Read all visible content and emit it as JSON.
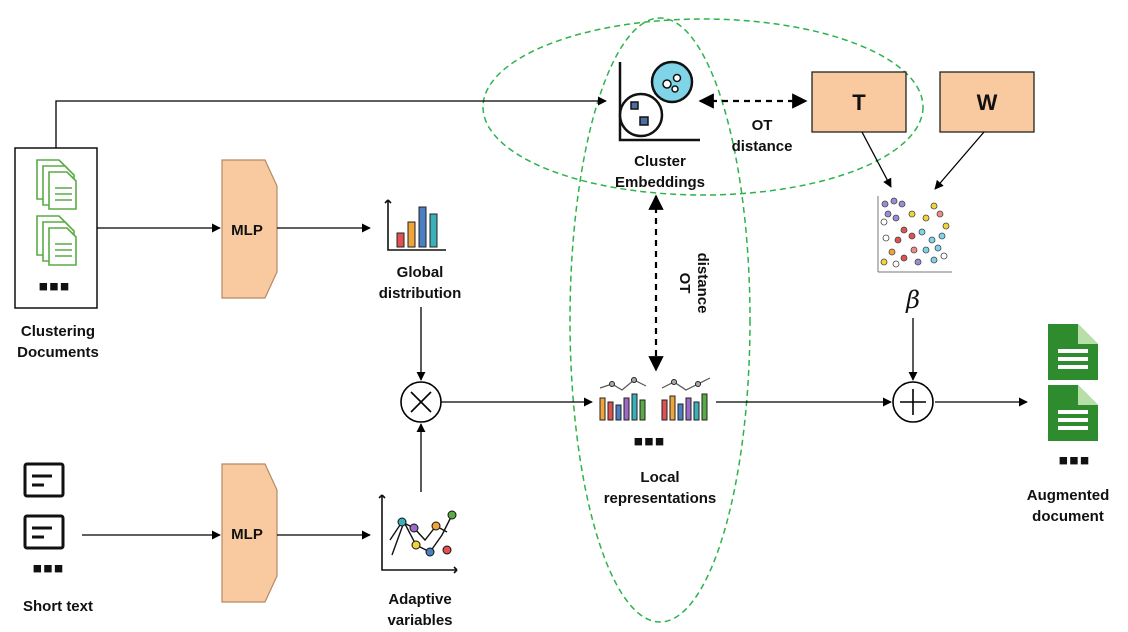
{
  "labels": {
    "clustering_documents_1": "Clustering",
    "clustering_documents_2": "Documents",
    "mlp_top": "MLP",
    "mlp_bottom": "MLP",
    "global_distribution_1": "Global",
    "global_distribution_2": "distribution",
    "cluster_embeddings_1": "Cluster",
    "cluster_embeddings_2": "Embeddings",
    "ot_distance_h_1": "OT",
    "ot_distance_h_2": "distance",
    "ot_distance_v_1": "OT",
    "ot_distance_v_2": "distance",
    "T": "T",
    "W": "W",
    "beta": "β",
    "local_representations_1": "Local",
    "local_representations_2": "representations",
    "augmented_document_1": "Augmented",
    "augmented_document_2": "document",
    "short_text": "Short text",
    "adaptive_variables_1": "Adaptive",
    "adaptive_variables_2": "variables",
    "ellipsis": "▪▪▪"
  },
  "colors": {
    "mlp_fill": "#f9c9a0",
    "mlp_stroke": "#b58a63",
    "box_fill": "#f9c9a0",
    "cluster_dashed": "#2db34a",
    "doc_green": "#2e8b2e",
    "doc_green_light": "#b9dfa8",
    "bar_red": "#e05252",
    "bar_orange": "#f0a43a",
    "bar_blue": "#4a7fc1",
    "bar_teal": "#3bb0b8",
    "bar_purple": "#9b6bc7"
  }
}
